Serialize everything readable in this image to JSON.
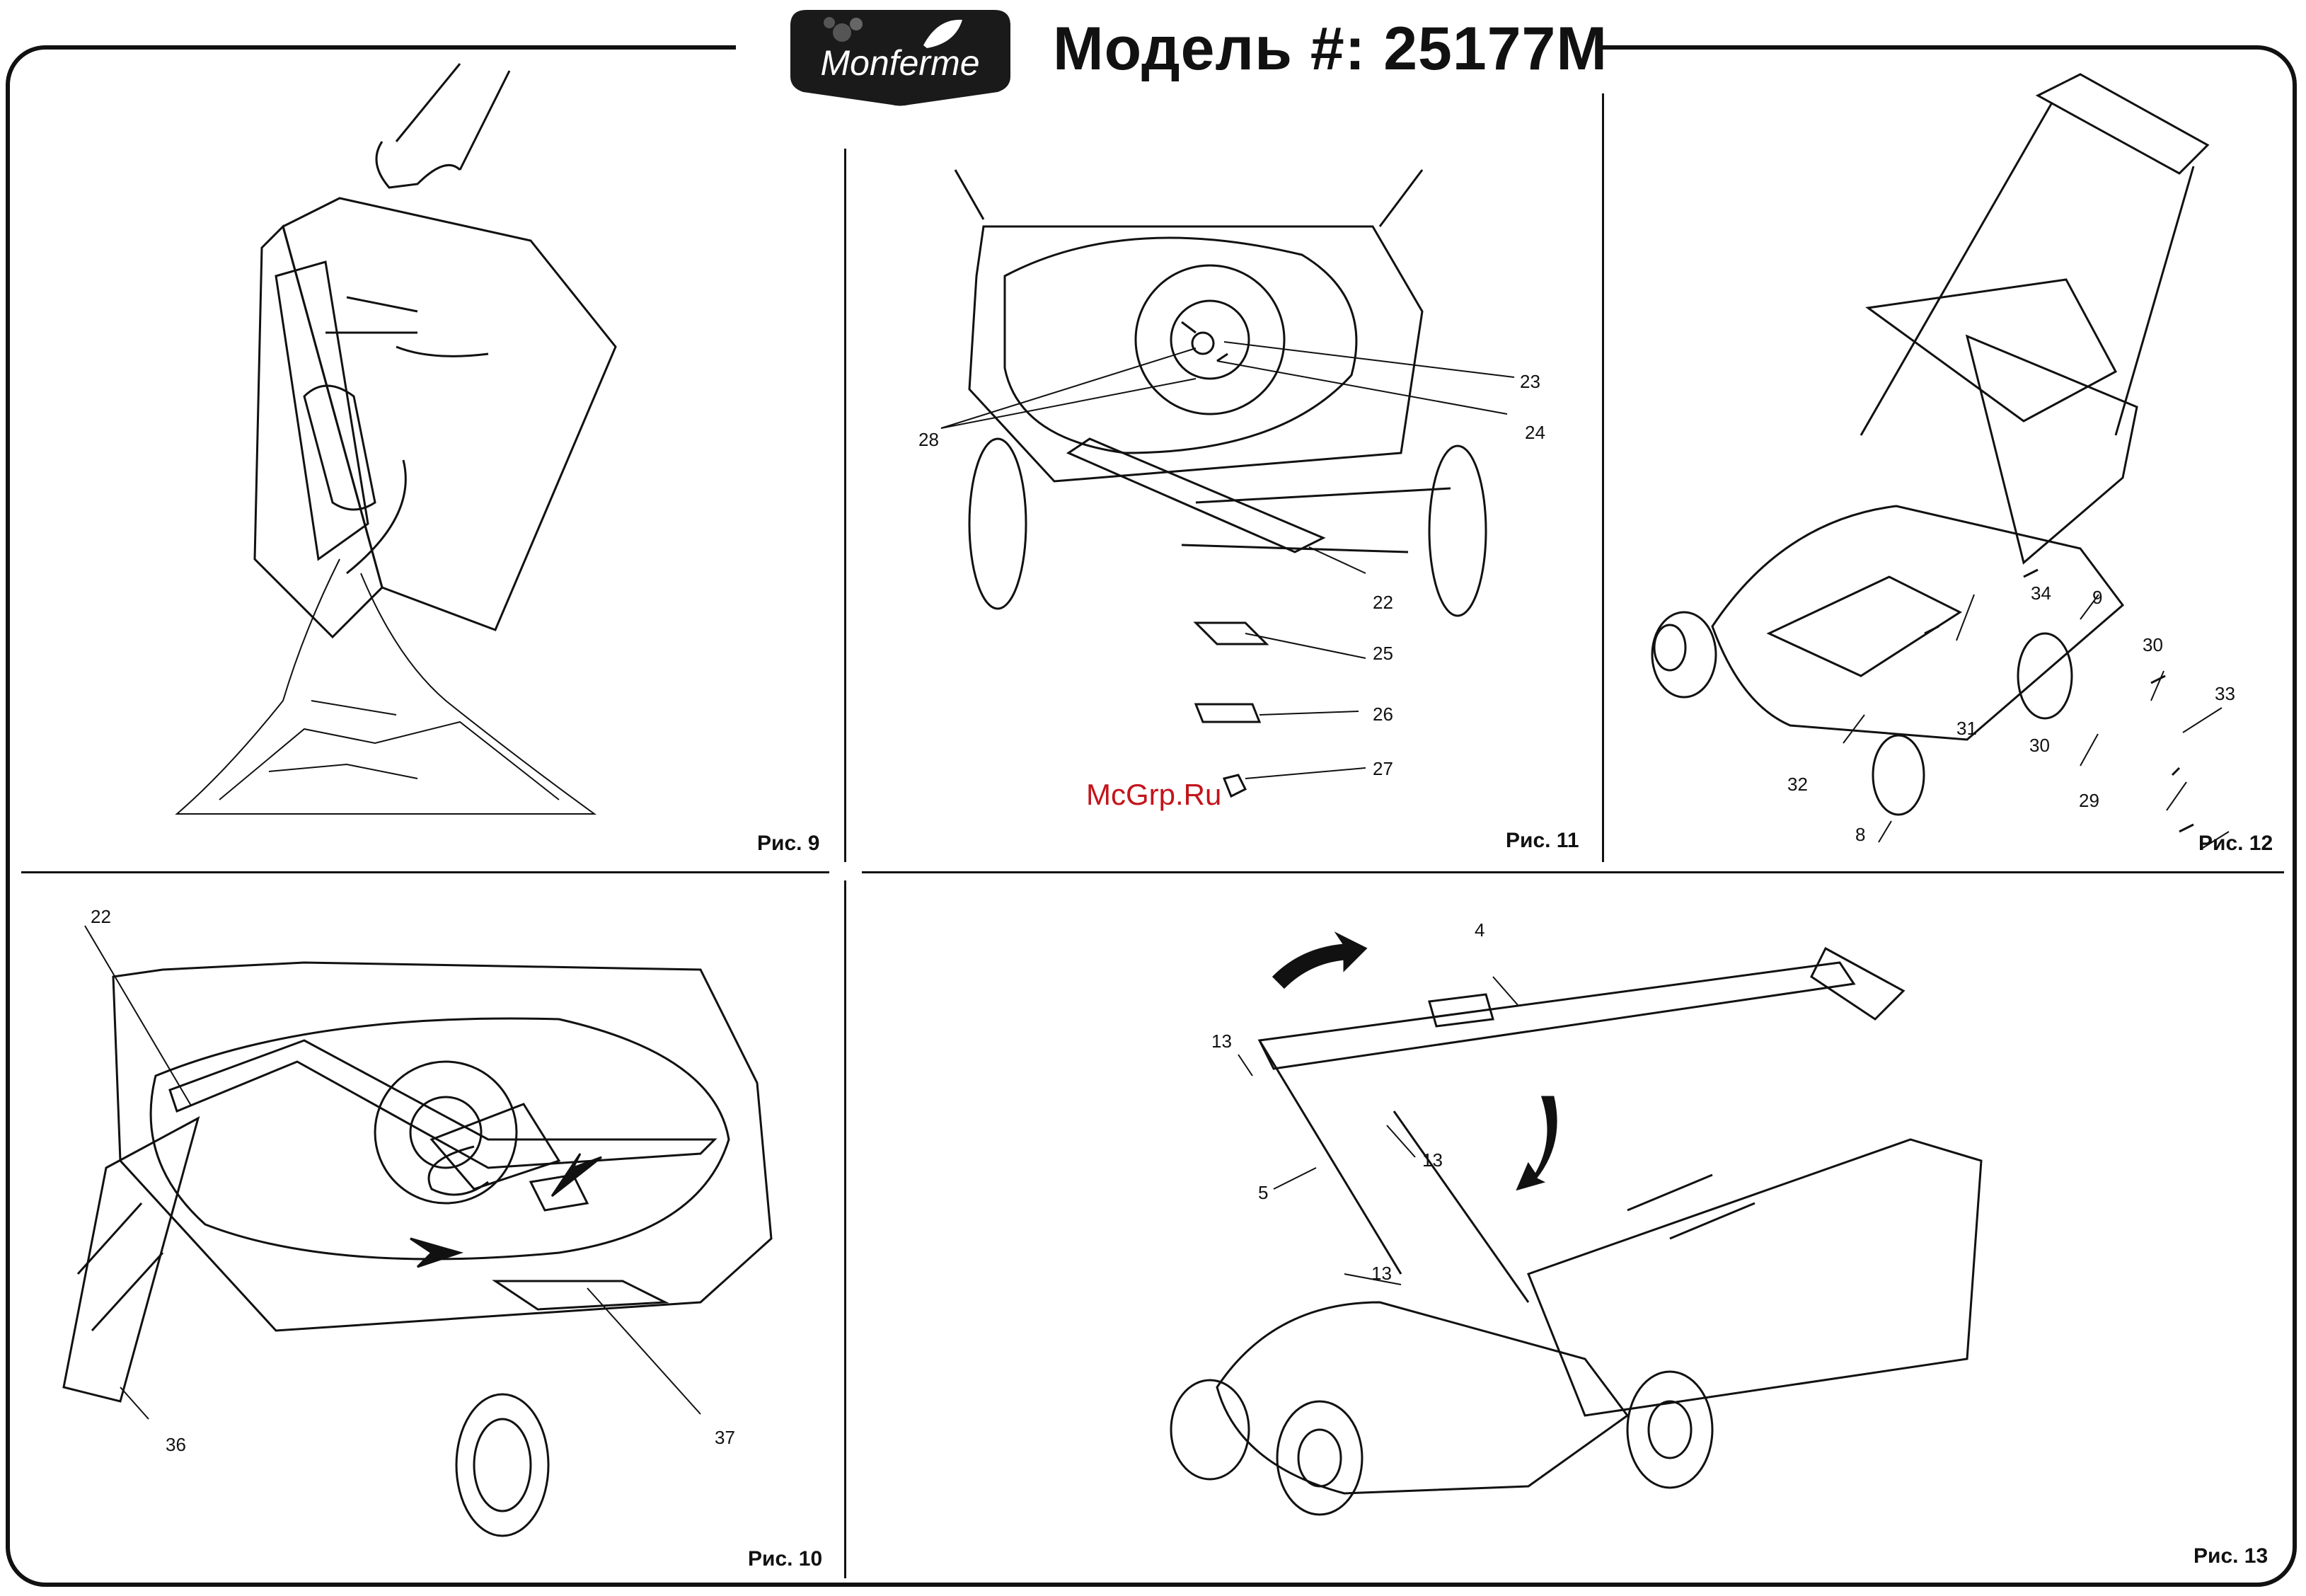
{
  "header": {
    "brand": "Monferme",
    "model_title": "Модель #: 25177M"
  },
  "figures": {
    "fig9": {
      "caption": "Рис. 9"
    },
    "fig10": {
      "caption": "Рис. 10",
      "callouts": [
        "22",
        "36",
        "37"
      ]
    },
    "fig11": {
      "caption": "Рис. 11",
      "callouts": [
        "23",
        "24",
        "28",
        "22",
        "25",
        "26",
        "27"
      ]
    },
    "fig12": {
      "caption": "Рис. 12",
      "callouts": [
        "34",
        "9",
        "30",
        "33",
        "31",
        "32",
        "30",
        "29",
        "8"
      ]
    },
    "fig13": {
      "caption": "Рис. 13",
      "callouts": [
        "4",
        "13",
        "13",
        "5",
        "13"
      ]
    }
  },
  "watermark": "McGrp.Ru",
  "colors": {
    "ink": "#111111",
    "watermark": "#c3141b",
    "logo_bg": "#1a1a1a"
  }
}
